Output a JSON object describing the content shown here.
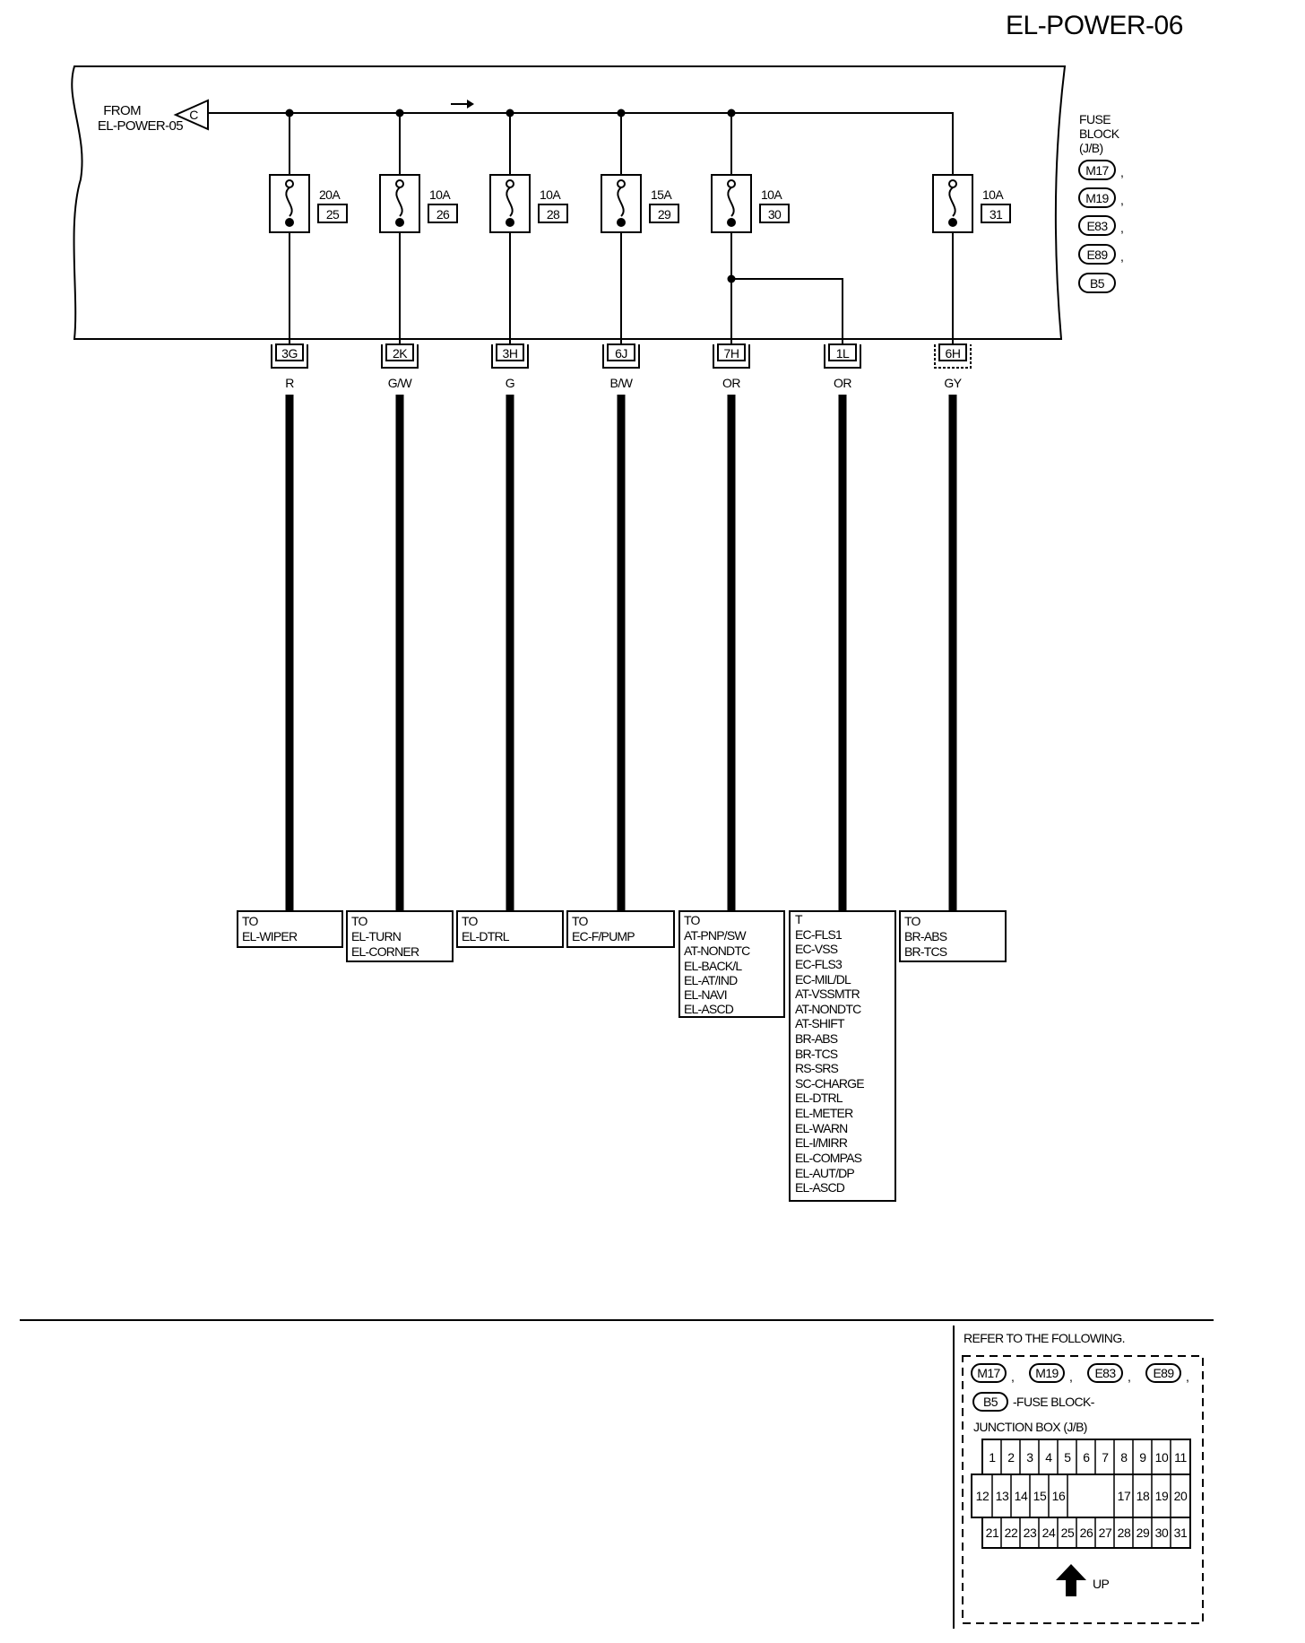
{
  "page_title": "EL-POWER-06",
  "source": {
    "from_label": "FROM",
    "from_page": "EL-POWER-05",
    "connector_letter": "C"
  },
  "fuse_block": {
    "title_lines": [
      "FUSE",
      "BLOCK",
      "(J/B)"
    ],
    "connectors": [
      "M17",
      "M19",
      "E83",
      "E89",
      "B5"
    ]
  },
  "fuses": [
    {
      "rating": "20A",
      "number": "25"
    },
    {
      "rating": "10A",
      "number": "26"
    },
    {
      "rating": "10A",
      "number": "28"
    },
    {
      "rating": "15A",
      "number": "29"
    },
    {
      "rating": "10A",
      "number": "30"
    },
    {
      "rating": "10A",
      "number": "31"
    }
  ],
  "outputs": [
    {
      "terminal": "3G",
      "wire_color": "R",
      "dest": [
        "TO",
        "EL-WIPER"
      ]
    },
    {
      "terminal": "2K",
      "wire_color": "G/W",
      "dest": [
        "TO",
        "EL-TURN",
        "EL-CORNER"
      ]
    },
    {
      "terminal": "3H",
      "wire_color": "G",
      "dest": [
        "TO",
        "EL-DTRL"
      ]
    },
    {
      "terminal": "6J",
      "wire_color": "B/W",
      "dest": [
        "TO",
        "EC-F/PUMP"
      ]
    },
    {
      "terminal": "7H",
      "wire_color": "OR",
      "dest": [
        "TO",
        "AT-PNP/SW",
        "AT-NONDTC",
        "EL-BACK/L",
        "EL-AT/IND",
        "EL-NAVI",
        "EL-ASCD"
      ]
    },
    {
      "terminal": "1L",
      "wire_color": "OR",
      "dest": [
        "T",
        "EC-FLS1",
        "EC-VSS",
        "EC-FLS3",
        "EC-MIL/DL",
        "AT-VSSMTR",
        "AT-NONDTC",
        "AT-SHIFT",
        "BR-ABS",
        "BR-TCS",
        "RS-SRS",
        "SC-CHARGE",
        "EL-DTRL",
        "EL-METER",
        "EL-WARN",
        "EL-I/MIRR",
        "EL-COMPAS",
        "EL-AUT/DP",
        "EL-ASCD"
      ]
    },
    {
      "terminal": "6H",
      "wire_color": "GY",
      "dest": [
        "TO",
        "BR-ABS",
        "BR-TCS"
      ]
    }
  ],
  "reference": {
    "title": "REFER TO THE FOLLOWING.",
    "connectors": [
      "M17",
      "M19",
      "E83",
      "E89",
      "B5"
    ],
    "line2_suffix": "-FUSE BLOCK-",
    "line3": "JUNCTION BOX (J/B)",
    "grid_row1": [
      "1",
      "2",
      "3",
      "4",
      "5",
      "6",
      "7",
      "8",
      "9",
      "10",
      "11"
    ],
    "grid_row2_left": [
      "12",
      "13",
      "14",
      "15",
      "16"
    ],
    "grid_row2_right": [
      "17",
      "18",
      "19",
      "20"
    ],
    "grid_row3": [
      "21",
      "22",
      "23",
      "24",
      "25",
      "26",
      "27",
      "28",
      "29",
      "30",
      "31"
    ],
    "up_label": "UP"
  }
}
